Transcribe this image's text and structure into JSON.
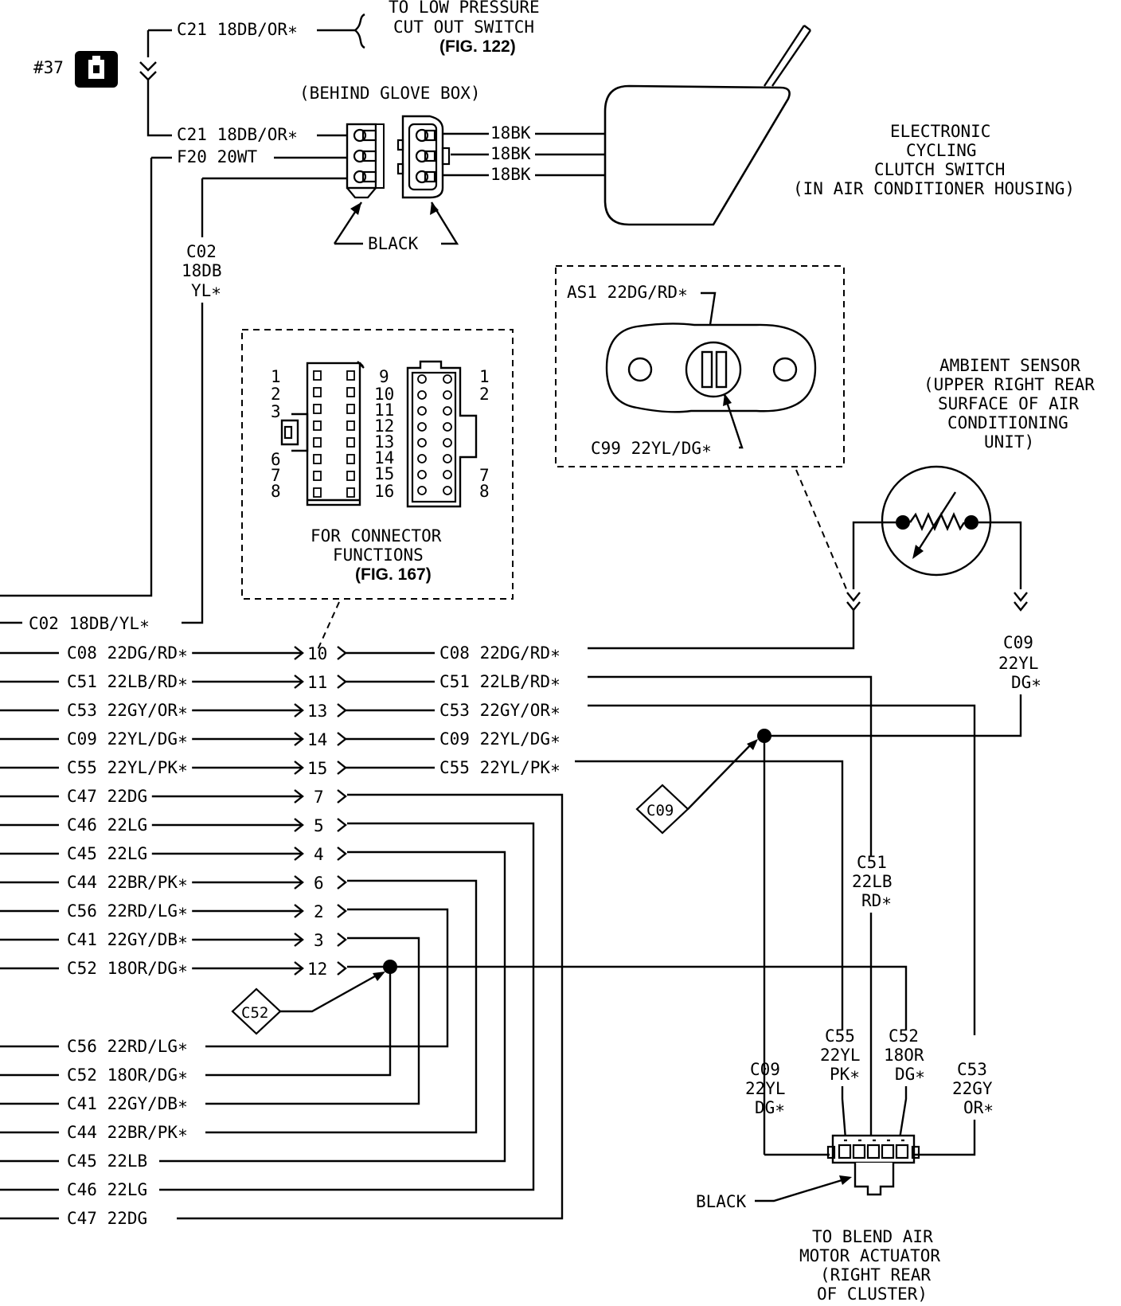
{
  "top": {
    "c21_upper": "C21 18DB/OR∗",
    "low_pressure_line1": "TO LOW PRESSURE",
    "low_pressure_line2": "CUT OUT SWITCH",
    "low_pressure_fig": "(FIG. 122)",
    "splice_ref": "#37",
    "behind_glove_box": "(BEHIND GLOVE BOX)",
    "c21_lower": "C21 18DB/OR∗",
    "f20": "F20 20WT",
    "c02_l1": "C02",
    "c02_l2": "18DB",
    "c02_l3": "YL∗",
    "black_label": "BLACK",
    "bk_wires": [
      "18BK",
      "18BK",
      "18BK"
    ]
  },
  "clutch_switch": {
    "l1": "ELECTRONIC",
    "l2": "CYCLING",
    "l3": "CLUTCH SWITCH",
    "l4": "(IN AIR CONDITIONER HOUSING)"
  },
  "sensor_inset": {
    "as1": "AS1 22DG/RD∗",
    "c99": "C99 22YL/DG∗"
  },
  "ambient_sensor": {
    "l1": "AMBIENT SENSOR",
    "l2": "(UPPER RIGHT REAR",
    "l3": "SURFACE OF AIR",
    "l4": "CONDITIONING",
    "l5": "UNIT)"
  },
  "connector_inset": {
    "left_pins": [
      "1",
      "2",
      "3",
      "6",
      "7",
      "8"
    ],
    "mid_pins": [
      "9",
      "10",
      "11",
      "12",
      "13",
      "14",
      "15",
      "16"
    ],
    "right_pins": [
      "1",
      "2",
      "7",
      "8"
    ],
    "func_l1": "FOR CONNECTOR",
    "func_l2": "FUNCTIONS",
    "func_fig": "(FIG. 167)"
  },
  "c02_row": "C02 18DB/YL∗",
  "rows": [
    {
      "left": "C08 22DG/RD∗",
      "pin": "10",
      "right": "C08 22DG/RD∗"
    },
    {
      "left": "C51 22LB/RD∗",
      "pin": "11",
      "right": "C51 22LB/RD∗"
    },
    {
      "left": "C53 22GY/OR∗",
      "pin": "13",
      "right": "C53 22GY/OR∗"
    },
    {
      "left": "C09 22YL/DG∗",
      "pin": "14",
      "right": "C09 22YL/DG∗"
    },
    {
      "left": "C55 22YL/PK∗",
      "pin": "15",
      "right": "C55 22YL/PK∗"
    },
    {
      "left": "C47 22DG",
      "pin": "7"
    },
    {
      "left": "C46 22LG",
      "pin": "5"
    },
    {
      "left": "C45 22LG",
      "pin": "4"
    },
    {
      "left": "C44 22BR/PK∗",
      "pin": "6"
    },
    {
      "left": "C56 22RD/LG∗",
      "pin": "2"
    },
    {
      "left": "C41 22GY/DB∗",
      "pin": "3"
    },
    {
      "left": "C52 18OR/DG∗",
      "pin": "12"
    }
  ],
  "lower_rows": [
    "C56 22RD/LG∗",
    "C52 18OR/DG∗",
    "C41 22GY/DB∗",
    "C44 22BR/PK∗",
    "C45 22LB",
    "C46 22LG",
    "C47 22DG"
  ],
  "splices": {
    "c09": "C09",
    "c52": "C52"
  },
  "right_labels": {
    "c09_upper": [
      "C09",
      "22YL",
      "DG∗"
    ],
    "c51": [
      "C51",
      "22LB",
      "RD∗"
    ],
    "c09_lower": [
      "C09",
      "22YL",
      "DG∗"
    ],
    "c55": [
      "C55",
      "22YL",
      "PK∗"
    ],
    "c52": [
      "C52",
      "18OR",
      "DG∗"
    ],
    "c53": [
      "C53",
      "22GY",
      "OR∗"
    ]
  },
  "actuator": {
    "black": "BLACK",
    "l1": "TO BLEND AIR",
    "l2": "MOTOR ACTUATOR",
    "l3": "(RIGHT REAR",
    "l4": "OF CLUSTER)"
  }
}
